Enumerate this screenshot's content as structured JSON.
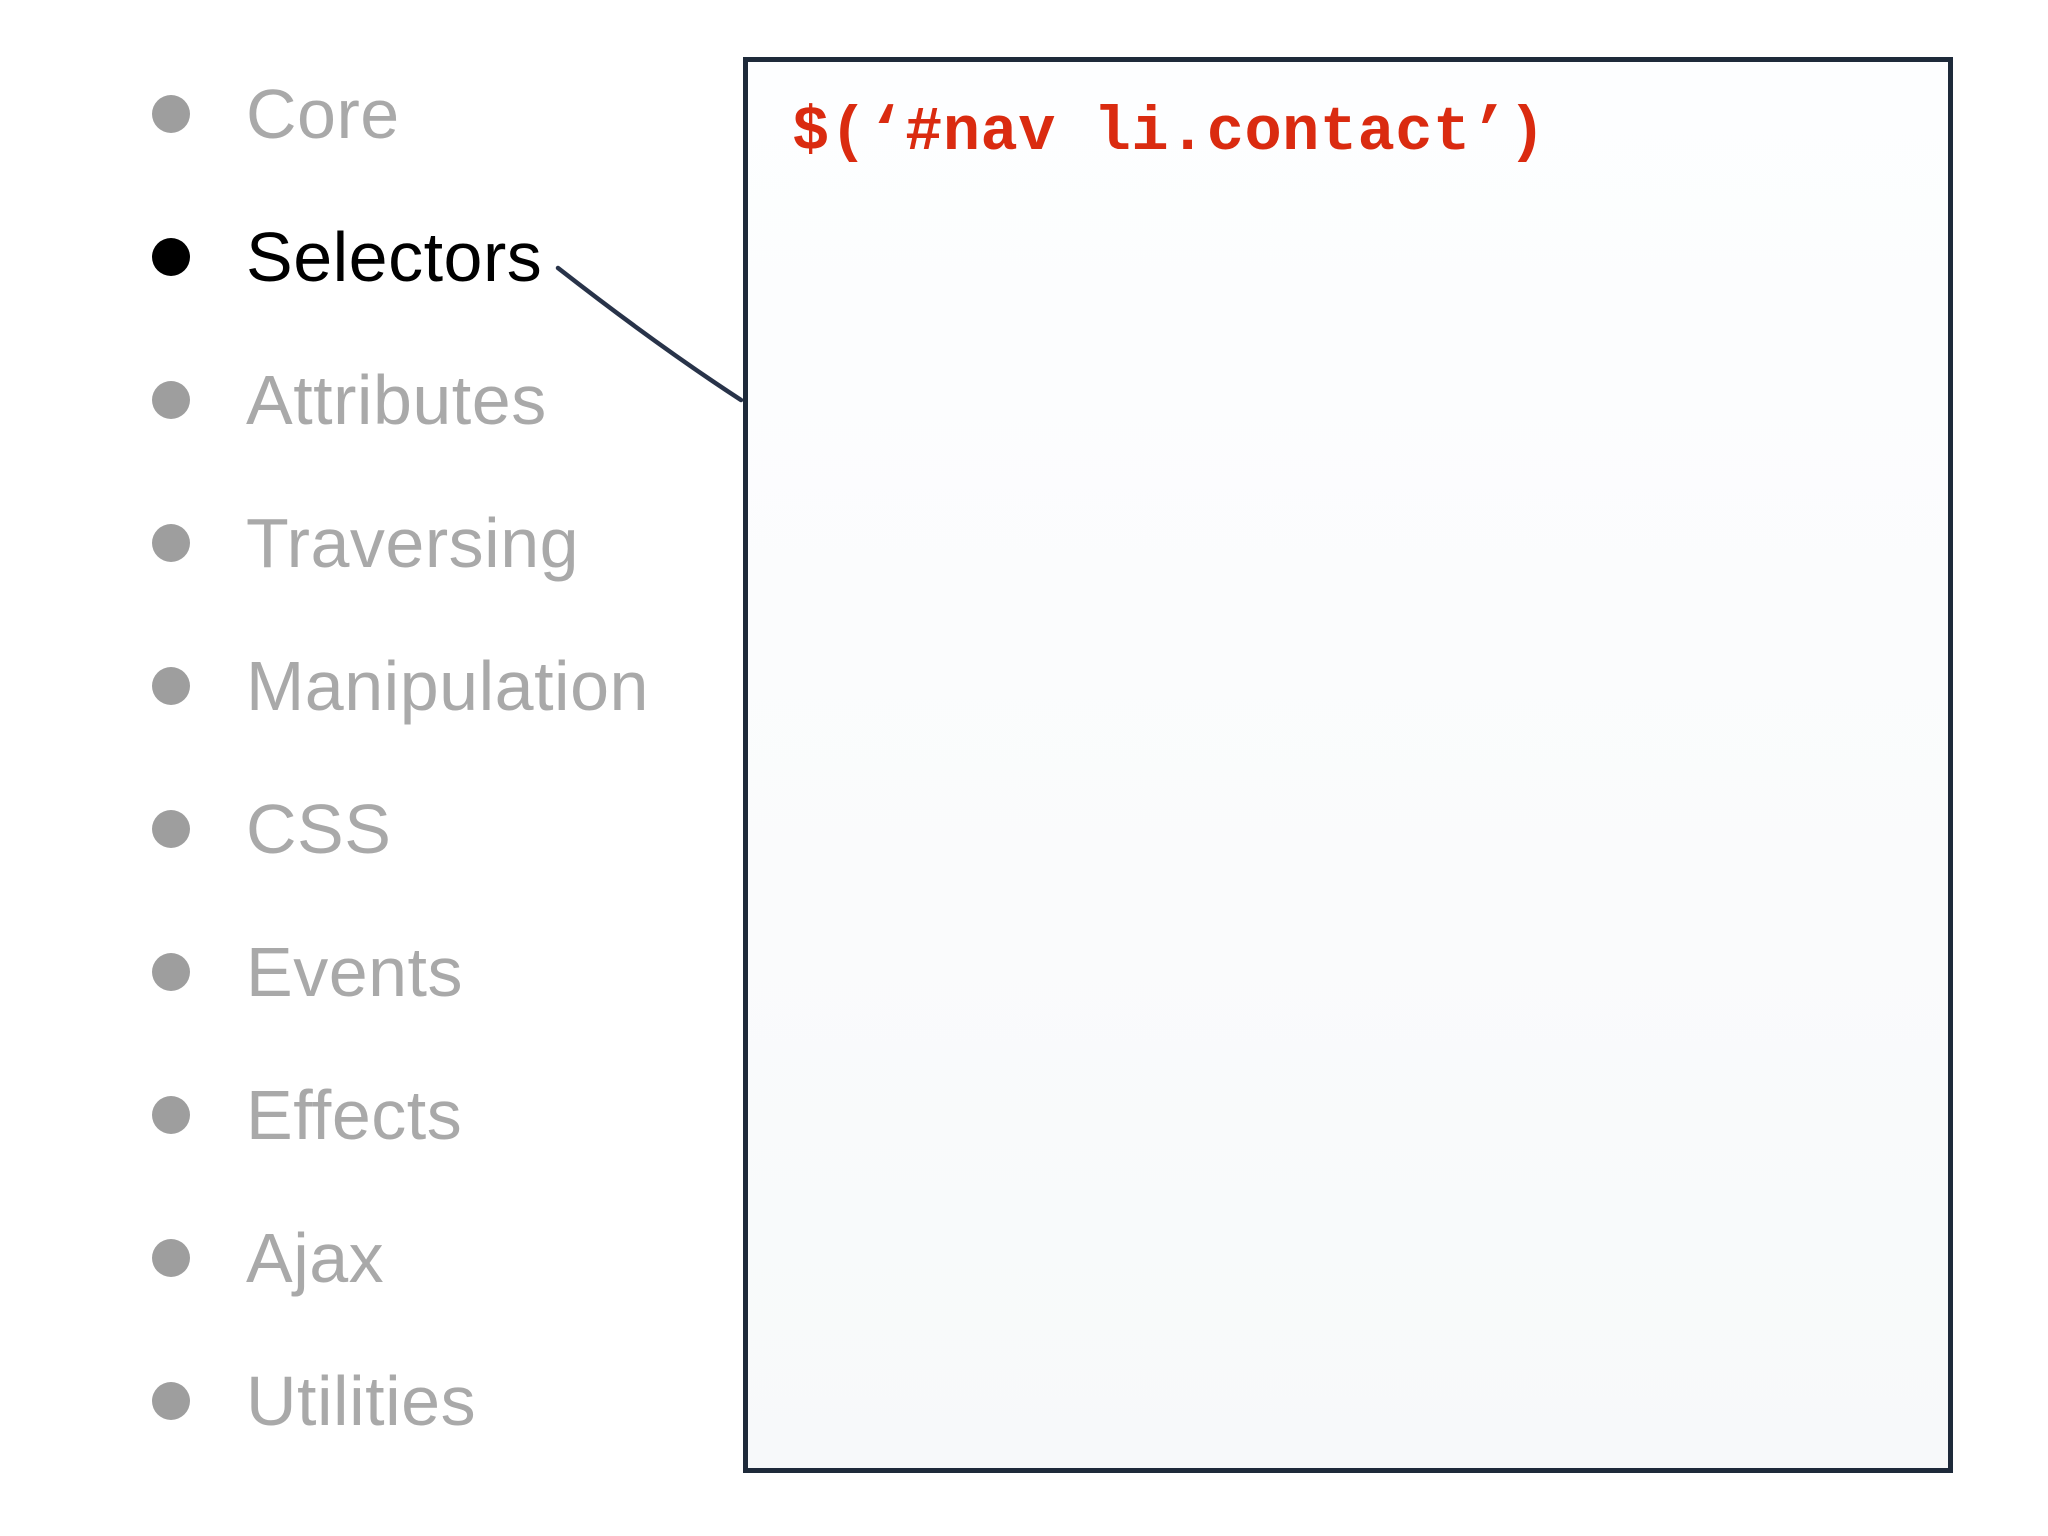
{
  "slide": {
    "background_color": "#ffffff"
  },
  "topics": {
    "items": [
      {
        "label": "Core",
        "active": false
      },
      {
        "label": "Selectors",
        "active": true
      },
      {
        "label": "Attributes",
        "active": false
      },
      {
        "label": "Traversing",
        "active": false
      },
      {
        "label": "Manipulation",
        "active": false
      },
      {
        "label": "CSS",
        "active": false
      },
      {
        "label": "Events",
        "active": false
      },
      {
        "label": "Effects",
        "active": false
      },
      {
        "label": "Ajax",
        "active": false
      },
      {
        "label": "Utilities",
        "active": false
      }
    ],
    "active_color": "#000000",
    "inactive_color": "#a9a9a9",
    "bullet_active_color": "#000000",
    "bullet_inactive_color": "#9e9e9e"
  },
  "code_panel": {
    "code": "$(‘#nav li.contact’)",
    "text_color": "#da2b10",
    "border_color": "#1e2a3a",
    "background_color": "#fcfdfe"
  },
  "connector": {
    "color": "#283349"
  }
}
